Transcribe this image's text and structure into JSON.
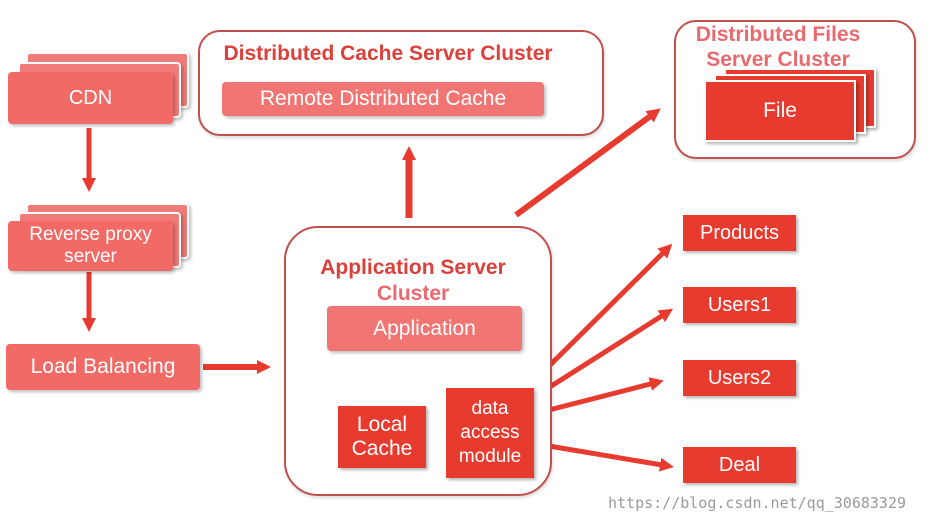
{
  "cdn": {
    "label": "CDN"
  },
  "proxy": {
    "label": "Reverse proxy server"
  },
  "lb": {
    "label": "Load Balancing"
  },
  "cache_cluster": {
    "title": "Distributed Cache Server Cluster",
    "node": "Remote Distributed Cache"
  },
  "files_cluster": {
    "title": "Distributed Files Server Cluster",
    "node": "File"
  },
  "app_cluster": {
    "title_line1": "Application Server",
    "title_line2": "Cluster",
    "application": "Application",
    "local_cache": "Local Cache",
    "data_access": "data access module"
  },
  "databases": [
    "Products",
    "Users1",
    "Users2",
    "Deal"
  ],
  "watermark": "https://blog.csdn.net/qq_30683329",
  "colors": {
    "accent": "#e63b2e",
    "node": "#f16a66",
    "title": "#d9413a"
  }
}
